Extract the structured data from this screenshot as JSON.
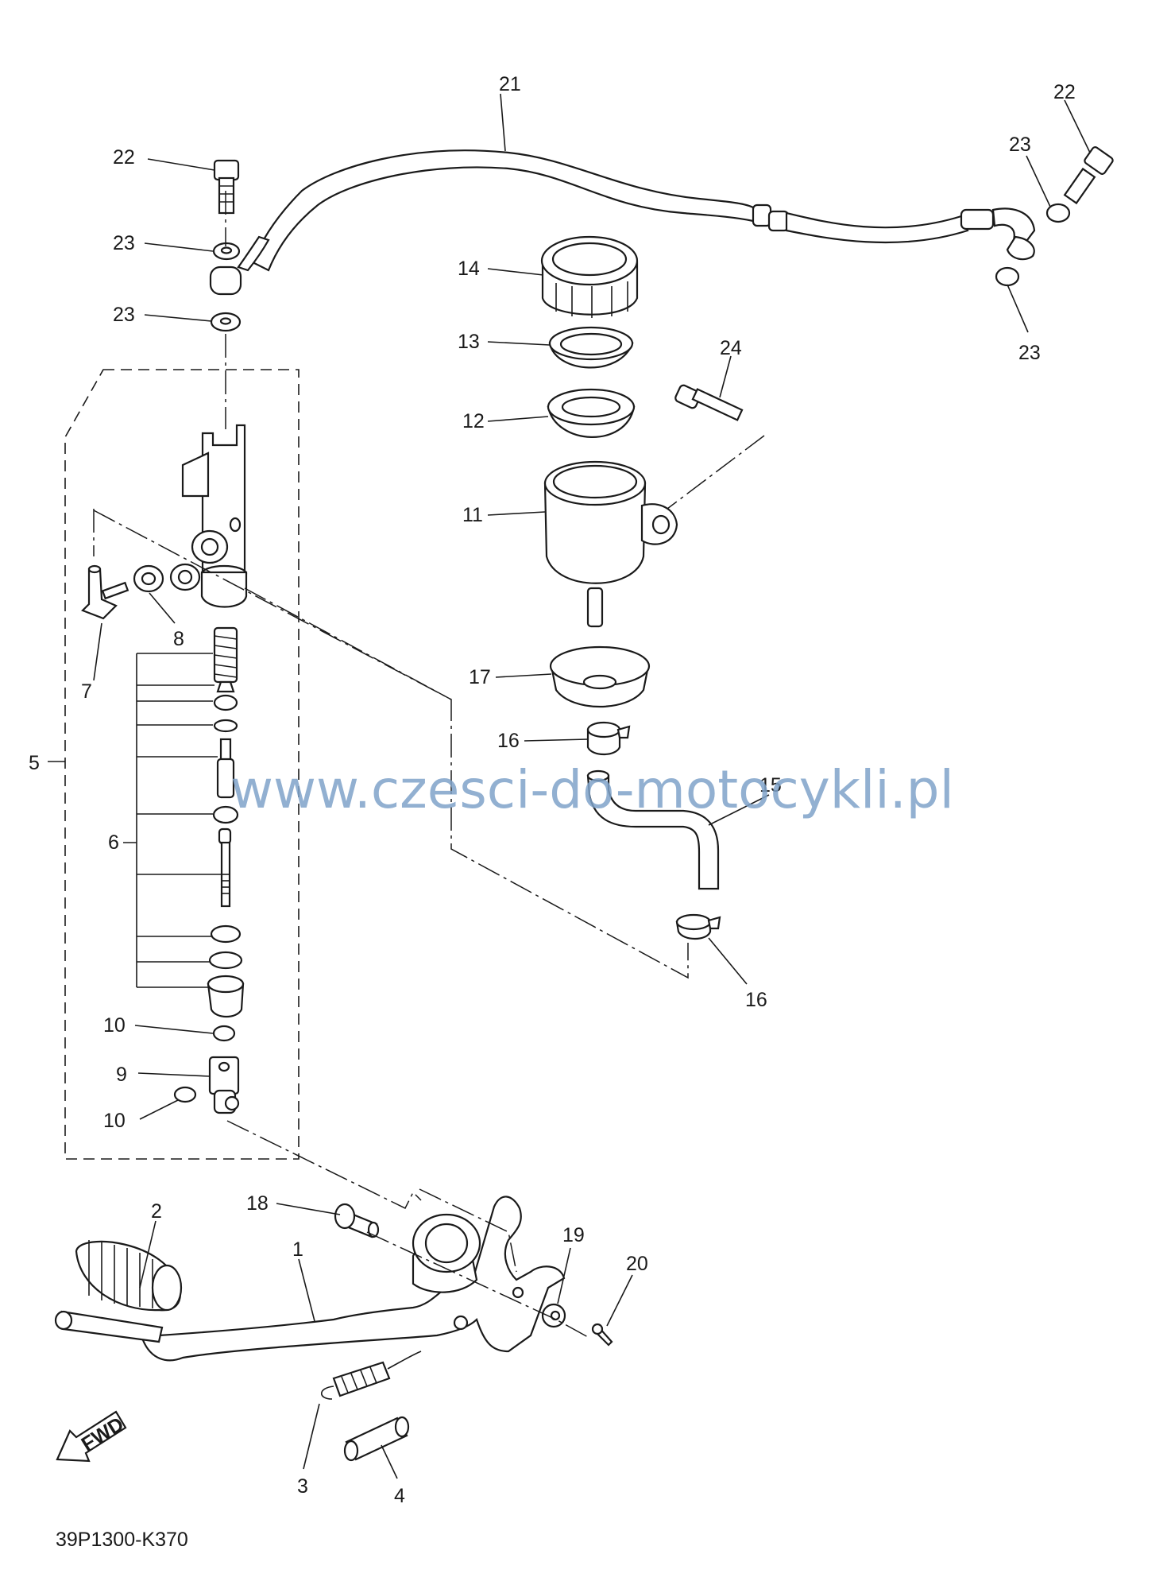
{
  "diagram": {
    "reference_code": "39P1300-K370",
    "watermark": "www.czesci-do-motocykli.pl",
    "fwd_label": "FWD",
    "callouts": {
      "c1": "1",
      "c2": "2",
      "c3": "3",
      "c4": "4",
      "c5": "5",
      "c6": "6",
      "c7": "7",
      "c8": "8",
      "c9": "9",
      "c10a": "10",
      "c10b": "10",
      "c11": "11",
      "c12": "12",
      "c13": "13",
      "c14": "14",
      "c15": "15",
      "c16a": "16",
      "c16b": "16",
      "c17": "17",
      "c18": "18",
      "c19": "19",
      "c20": "20",
      "c21": "21",
      "c22a": "22",
      "c22b": "22",
      "c23a": "23",
      "c23b": "23",
      "c23c": "23",
      "c23d": "23",
      "c24": "24"
    }
  }
}
